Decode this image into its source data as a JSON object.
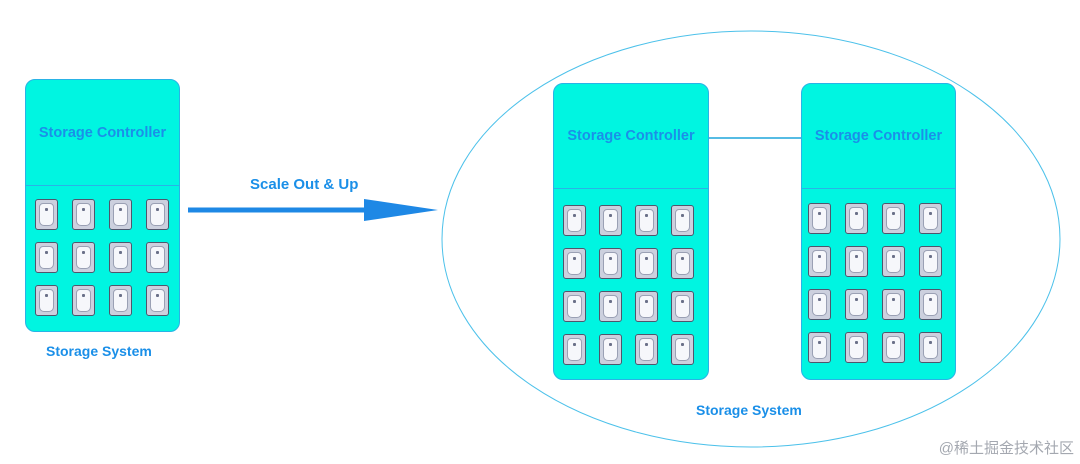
{
  "left_system": {
    "controller_label": "Storage Controller",
    "caption": "Storage System",
    "drive_rows": 3,
    "drive_cols": 4
  },
  "transition": {
    "label": "Scale Out & Up"
  },
  "right_system": {
    "caption": "Storage System",
    "controllers": [
      {
        "label": "Storage Controller",
        "drive_rows": 4,
        "drive_cols": 4
      },
      {
        "label": "Storage Controller",
        "drive_rows": 4,
        "drive_cols": 4
      }
    ]
  },
  "watermark": "@稀土掘金技术社区",
  "colors": {
    "unit_fill": "#00f5e1",
    "outline": "#29b3e6",
    "label_text": "#1a8fe8",
    "arrow": "#1e88e5",
    "drive_body": "#ccd0de",
    "watermark": "#a4a8b0"
  }
}
